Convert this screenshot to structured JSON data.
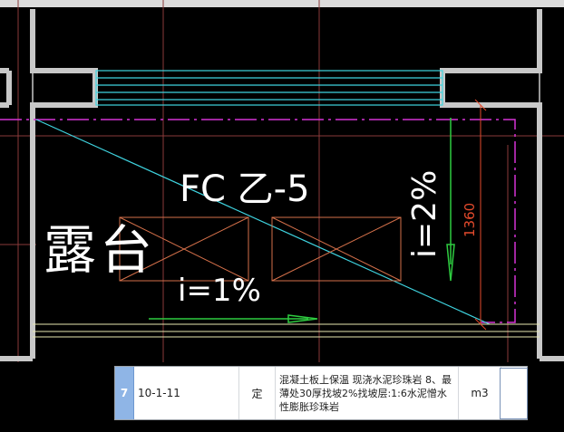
{
  "drawing": {
    "room_label": "露台",
    "drain_label": "FC 乙-5",
    "slope_left": "i=1%",
    "slope_right": "i=2%",
    "dimension": "1360"
  },
  "colors": {
    "wall": "#c8c8c8",
    "cyan": "#3fd4e0",
    "magenta": "#d633d6",
    "orange": "#d4704a",
    "green": "#2ecc40",
    "red": "#e34a2c",
    "text_white": "#ffffff",
    "axis": "#8a3a3a"
  },
  "table_row": {
    "index": "7",
    "code": "10-1-11",
    "type": "定",
    "description": "混凝土板上保温 现浇水泥珍珠岩 8、最薄处30厚找坡2%找坡层:1:6水泥憎水性膨胀珍珠岩",
    "unit": "m3"
  }
}
